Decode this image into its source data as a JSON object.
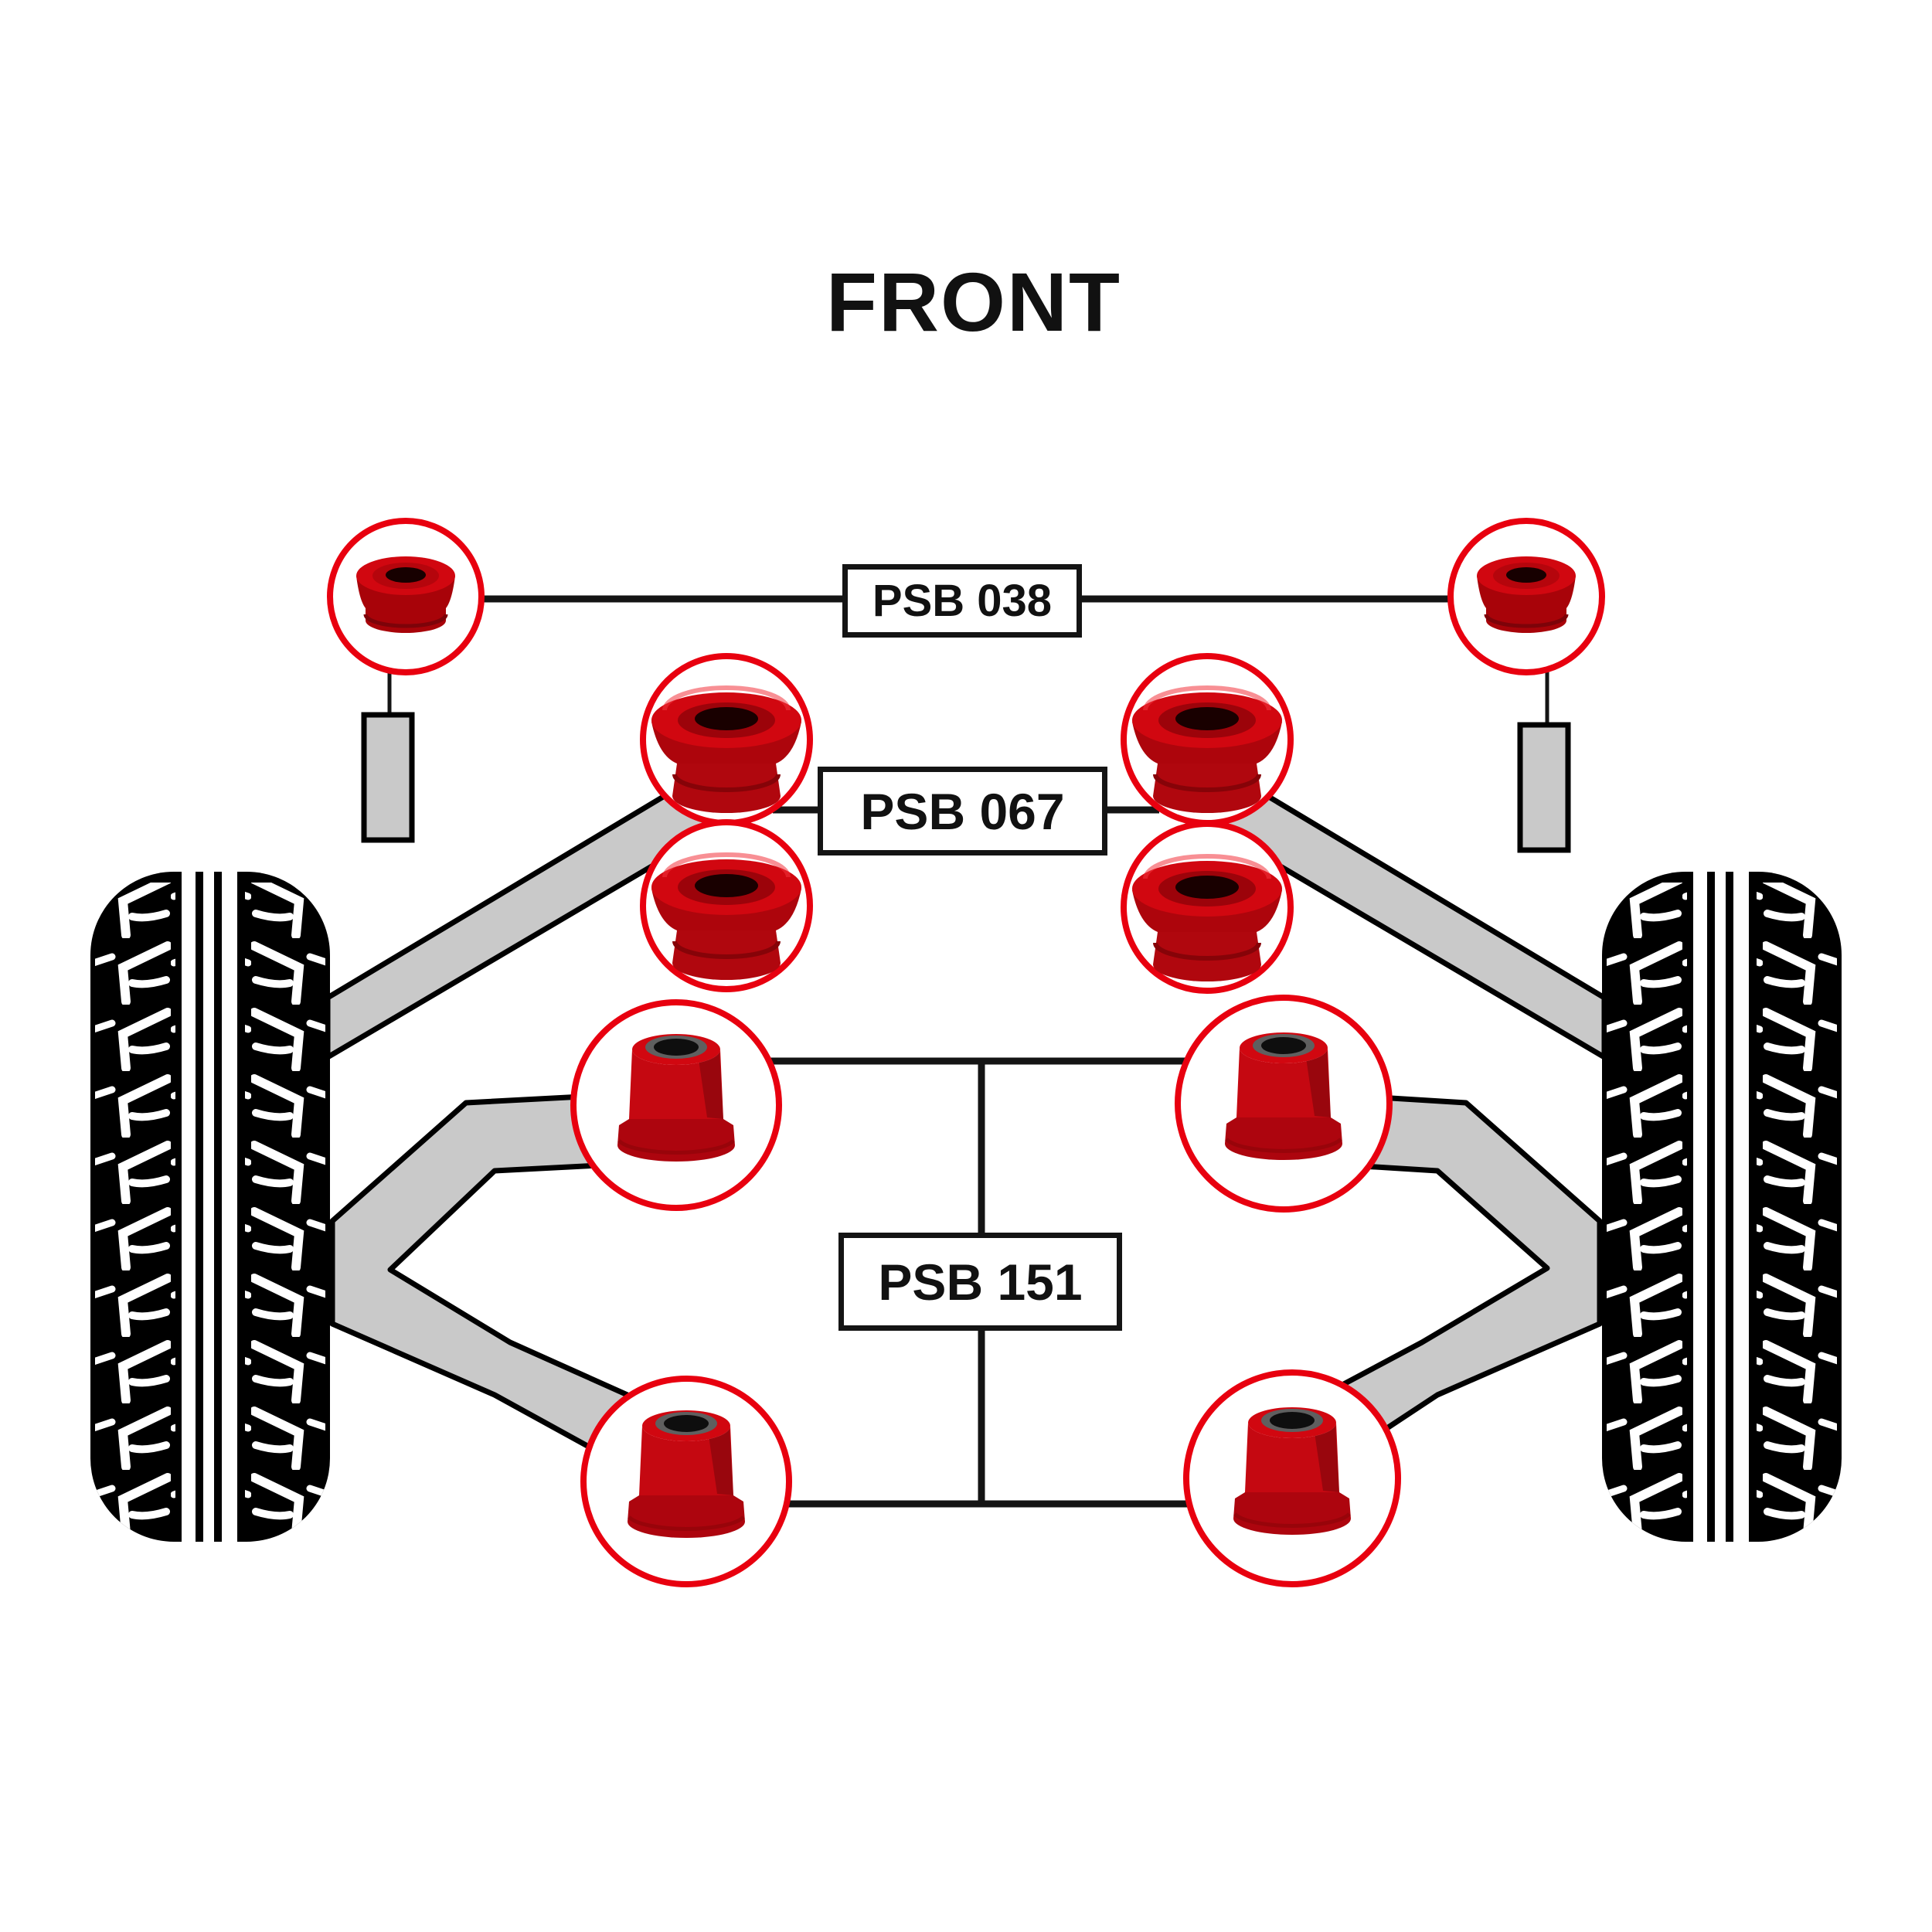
{
  "title": "FRONT",
  "labels": {
    "psb038": "PSB 038",
    "psb067": "PSB 067",
    "psb151": "PSB 151"
  },
  "callout_counts": {
    "psb038_bushings_circled": 2,
    "psb067_bushings_circled": 4,
    "psb151_bushings_circled": 4
  },
  "colors": {
    "circle_red": "#e8000f",
    "bushing_red": "#d10710",
    "arm_gray": "#c9c9c9",
    "line_black": "#141414",
    "tire_black": "#000000",
    "background": "#ffffff"
  }
}
